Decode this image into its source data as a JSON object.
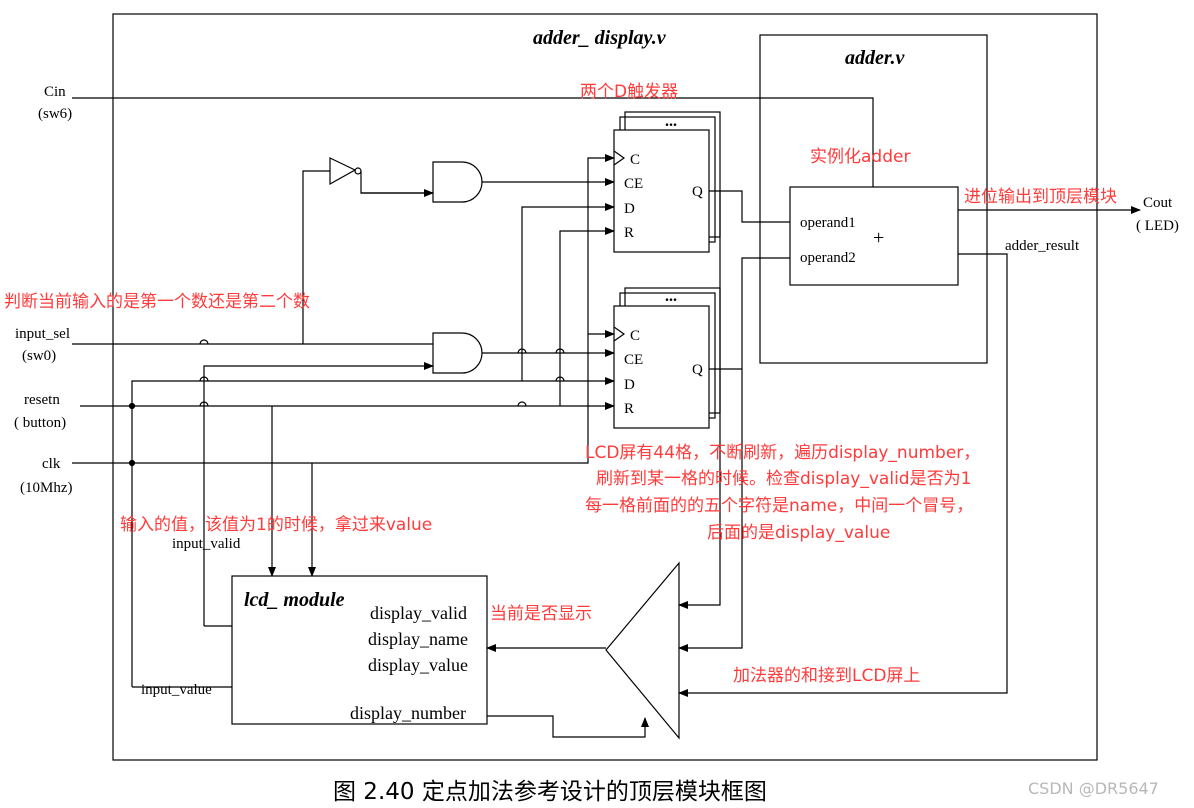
{
  "modules": {
    "top": "adder_ display.v",
    "adder": "adder.v",
    "lcd": "lcd_ module"
  },
  "ports": {
    "cin": "Cin",
    "cin_sw": "(sw6)",
    "input_sel": "input_sel",
    "input_sel_sw": "(sw0)",
    "resetn": "resetn",
    "resetn_btn": "( button)",
    "clk": "clk",
    "clk_freq": "(10Mhz)",
    "cout": "Cout",
    "cout_led": "( LED)"
  },
  "ff": {
    "dots": "...",
    "c": "C",
    "ce": "CE",
    "d": "D",
    "r": "R",
    "q": "Q"
  },
  "adder": {
    "operand1": "operand1",
    "operand2": "operand2",
    "plus": "+",
    "result": "adder_result"
  },
  "lcd": {
    "input_valid": "input_valid",
    "input_value": "input_value",
    "display_valid": "display_valid",
    "display_name": "display_name",
    "display_value": "display_value",
    "display_number": "display_number"
  },
  "annotations": {
    "two_dff": "两个D触发器",
    "inst_adder": "实例化adder",
    "carry_out": "进位输出到顶层模块",
    "judge_input": "判断当前输入的是第一个数还是第二个数",
    "lcd_line1": "LCD屏有44格，不断刷新，遍历display_number，",
    "lcd_line2": "刷新到某一格的时候。检查display_valid是否为1",
    "lcd_line3": "每一格前面的的五个字符是name，中间一个冒号，",
    "lcd_line4": "后面的是display_value",
    "input_value_note": "输入的值，该值为1的时候，拿过来value",
    "display_now": "当前是否显示",
    "sum_to_lcd": "加法器的和接到LCD屏上"
  },
  "caption": "图 2.40  定点加法参考设计的顶层模块框图",
  "watermark": "CSDN @DR5647",
  "colors": {
    "annotation": "#ff3b3b",
    "line": "#000000"
  }
}
